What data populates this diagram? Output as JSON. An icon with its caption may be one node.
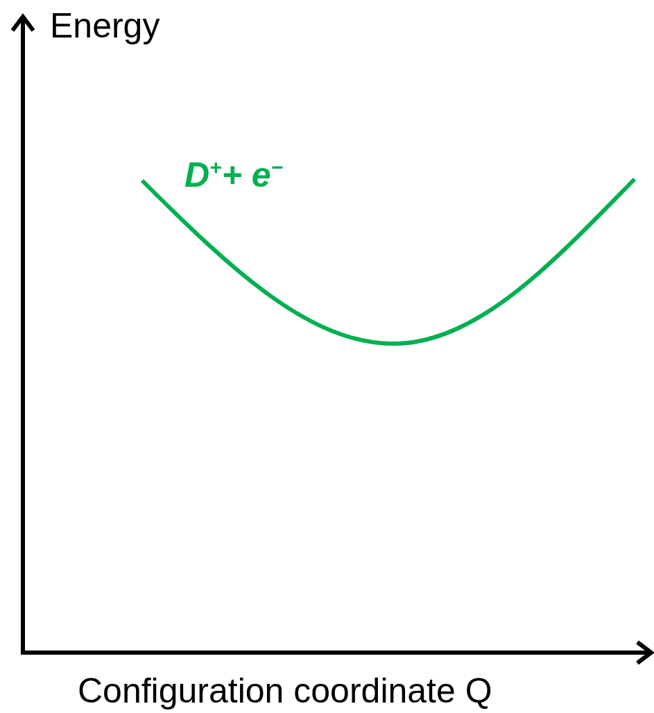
{
  "diagram": {
    "labels": [
      "Energy",
      "D$^{+}$+ e$^{−}$",
      "Configuration coordinate Q"
    ]
  }
}
